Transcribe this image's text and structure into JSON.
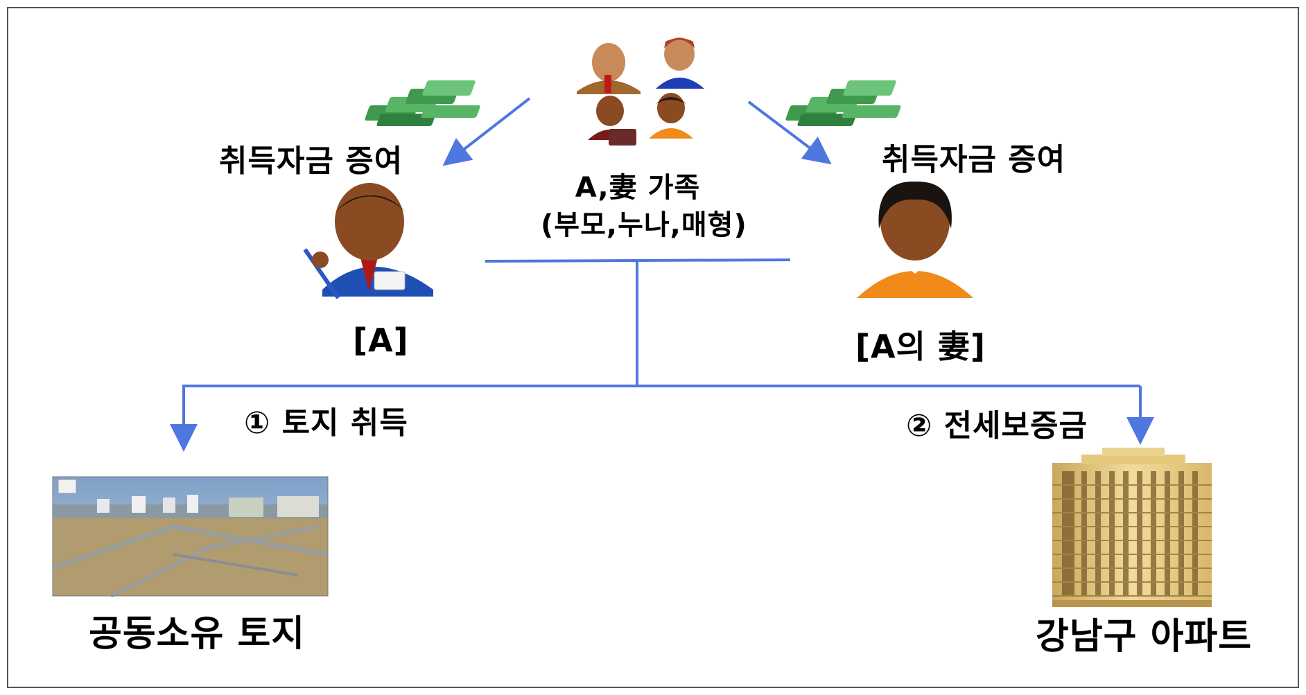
{
  "gifts": {
    "left_label": "취득자금 증여",
    "right_label": "취득자금 증여"
  },
  "family": {
    "line1": "A,妻 가족",
    "line2": "(부모,누나,매형)"
  },
  "persons": {
    "a_label": "[A]",
    "wife_label": "[A의 妻]"
  },
  "steps": {
    "step1": "① 토지 취득",
    "step2": "② 전세보증금"
  },
  "destinations": {
    "land": "공동소유 토지",
    "apartment": "강남구 아파트"
  },
  "colors": {
    "arrow": "#4f77e0",
    "money": "#3f9a4e",
    "man_suit": "#1e4fb4",
    "wife_shirt": "#f08a1a",
    "skin": "#8a4a22"
  },
  "icons": [
    "money-stack-icon",
    "family-group-icon",
    "businessman-icon",
    "woman-icon",
    "land-photo",
    "apartment-building-icon"
  ]
}
